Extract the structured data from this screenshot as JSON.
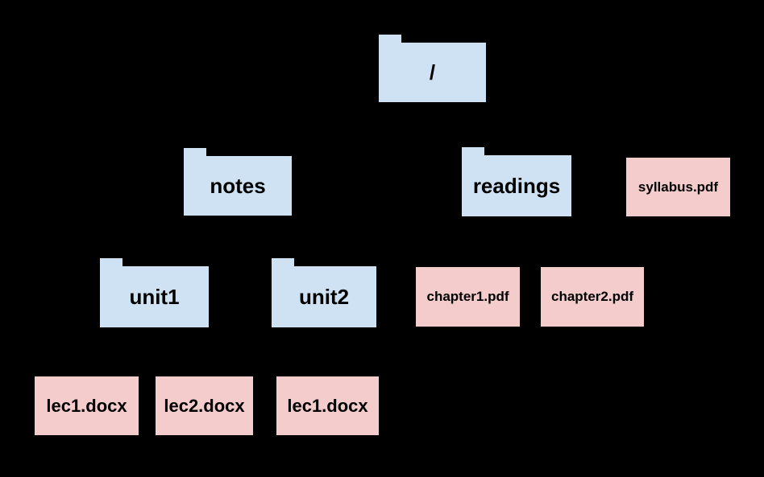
{
  "diagram": {
    "kind": "filesystem-tree",
    "colors": {
      "background": "#000000",
      "folder_fill": "#cfe2f3",
      "file_fill": "#f4cccc",
      "label_color": "#000000"
    },
    "nodes": [
      {
        "id": "root",
        "type": "folder",
        "label": "/",
        "parent": null
      },
      {
        "id": "notes",
        "type": "folder",
        "label": "notes",
        "parent": "/"
      },
      {
        "id": "readings",
        "type": "folder",
        "label": "readings",
        "parent": "/"
      },
      {
        "id": "syllabus",
        "type": "file",
        "label": "syllabus.pdf",
        "parent": "/"
      },
      {
        "id": "unit1",
        "type": "folder",
        "label": "unit1",
        "parent": "notes"
      },
      {
        "id": "unit2",
        "type": "folder",
        "label": "unit2",
        "parent": "notes"
      },
      {
        "id": "chapter1",
        "type": "file",
        "label": "chapter1.pdf",
        "parent": "readings"
      },
      {
        "id": "chapter2",
        "type": "file",
        "label": "chapter2.pdf",
        "parent": "readings"
      },
      {
        "id": "lec1_unit1",
        "type": "file",
        "label": "lec1.docx",
        "parent": "unit1"
      },
      {
        "id": "lec2_unit1",
        "type": "file",
        "label": "lec2.docx",
        "parent": "unit1"
      },
      {
        "id": "lec1_unit2",
        "type": "file",
        "label": "lec1.docx",
        "parent": "unit2"
      }
    ]
  }
}
